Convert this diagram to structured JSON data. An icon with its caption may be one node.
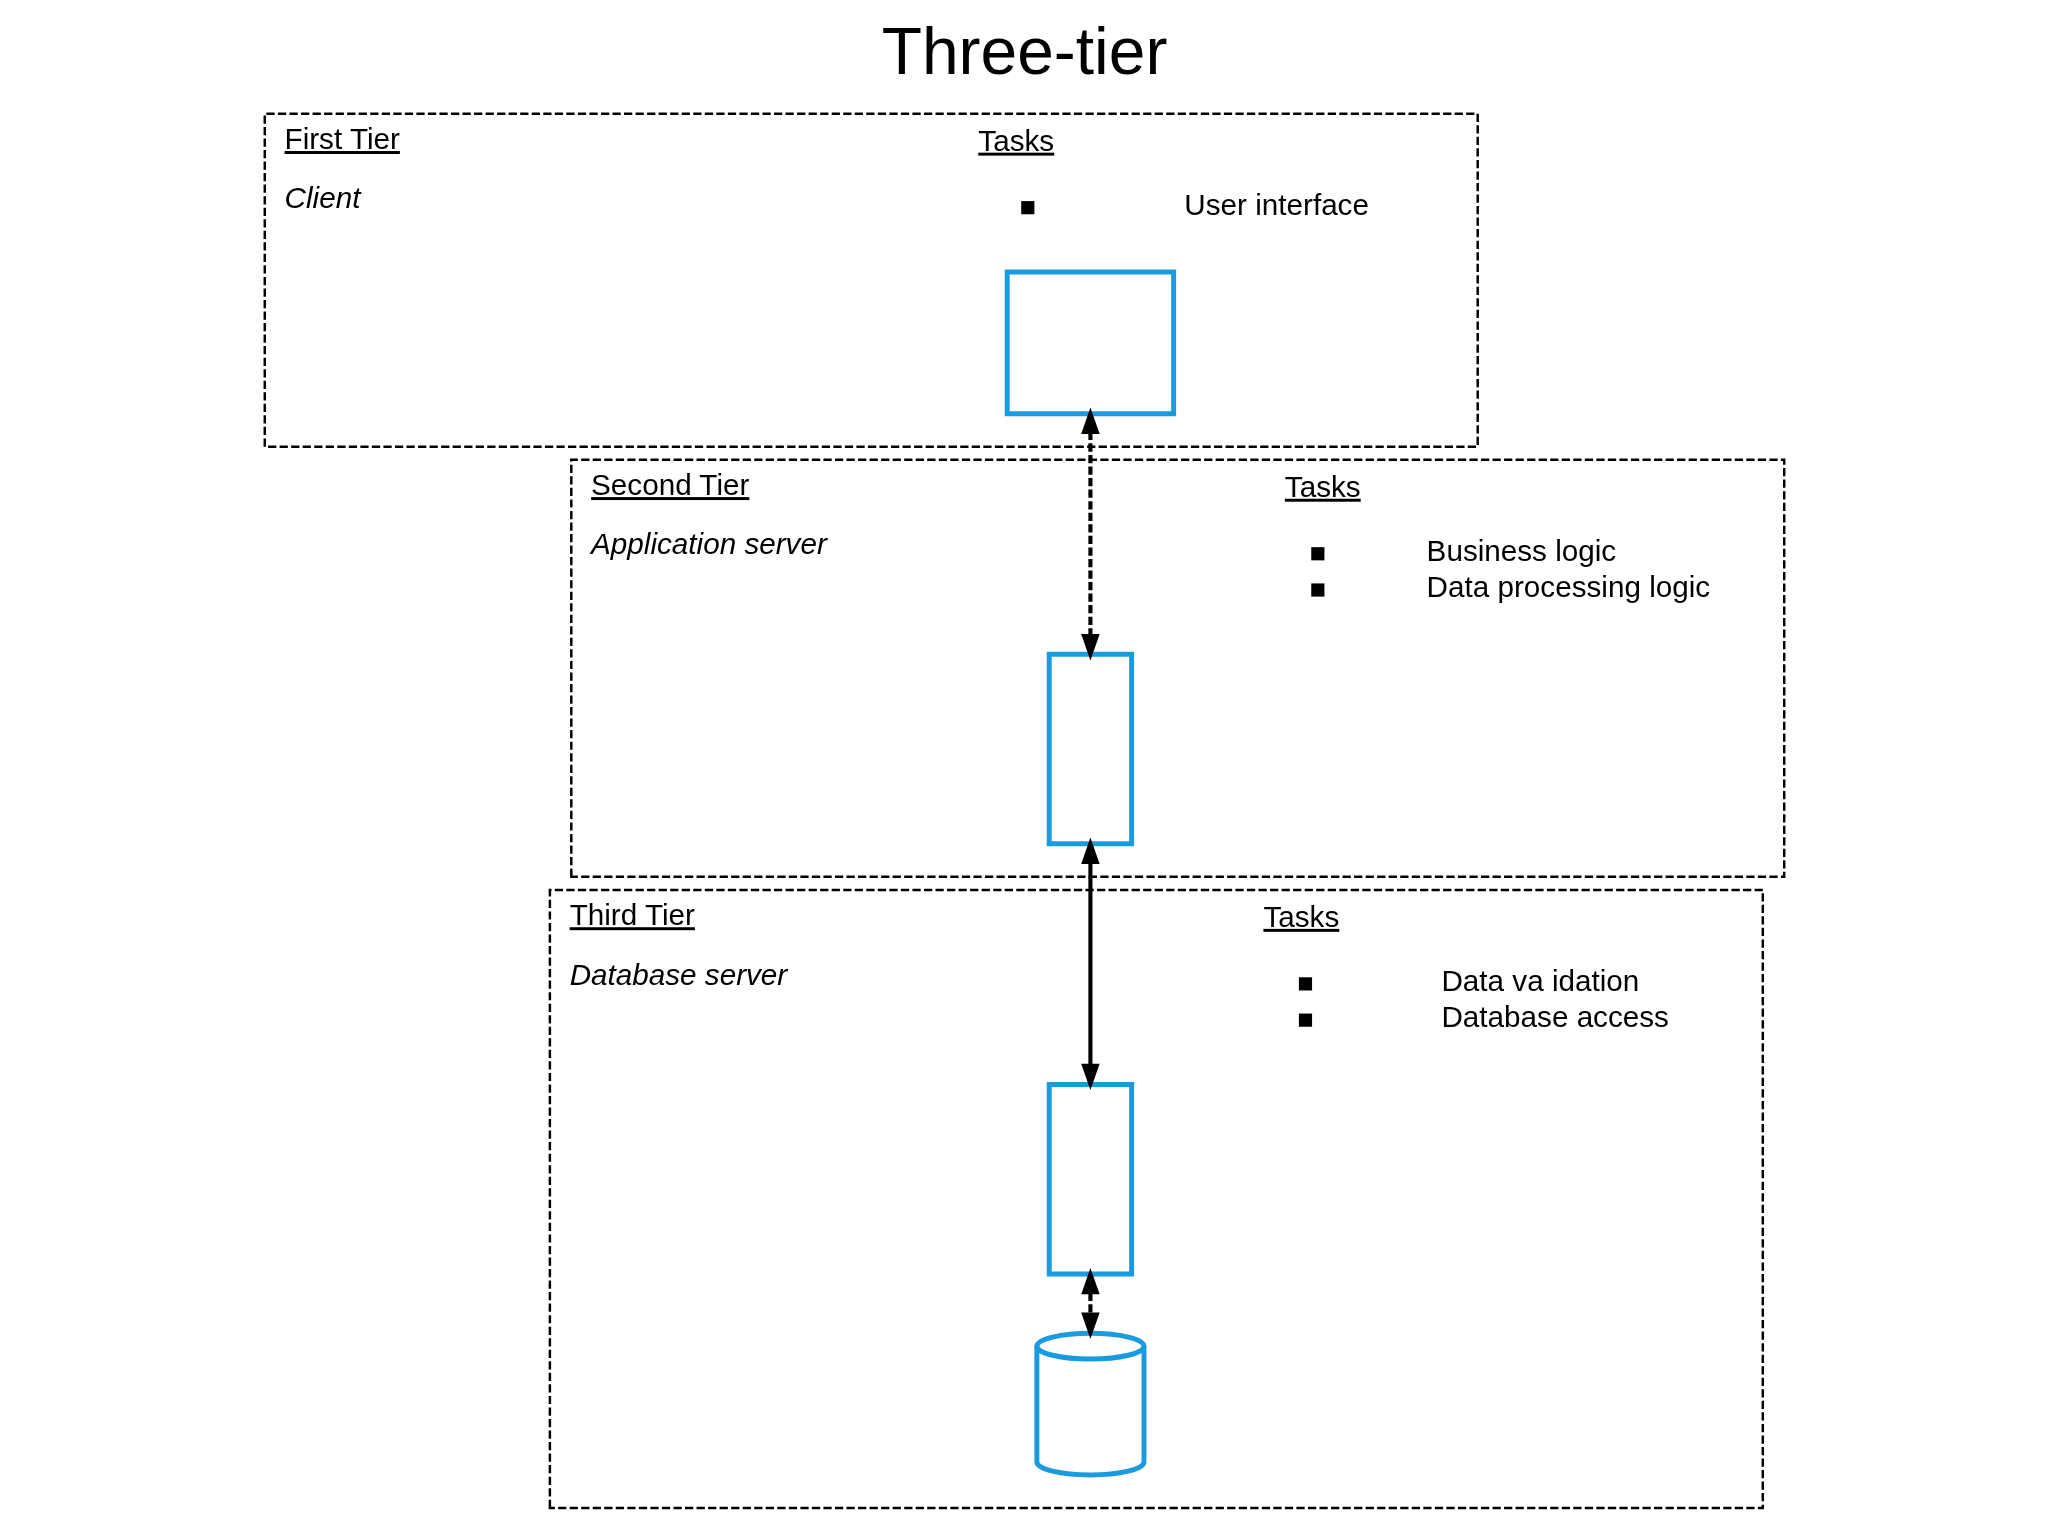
{
  "diagram": {
    "title": "Three-tier",
    "nodes": [
      {
        "text": [
          "First Tier",
          "Client",
          "Tasks",
          "User interface"
        ]
      },
      {
        "text": [],
        "shape": "box",
        "in": 0
      },
      {
        "text": [
          "Second Tier",
          "Application server",
          "Tasks",
          "Business logic",
          "Data processing logic"
        ]
      },
      {
        "text": [],
        "shape": "box",
        "in": 2
      },
      {
        "text": [
          "Third Tier",
          "Database server",
          "Tasks",
          "Data va idation",
          "Database access"
        ]
      },
      {
        "text": [],
        "shape": "box",
        "in": 4
      },
      {
        "text": [],
        "shape": "cylinder",
        "in": 4
      }
    ],
    "edges": [
      {
        "from": 1,
        "to": 3,
        "arrow": "both",
        "style": "dashed"
      },
      {
        "from": 3,
        "to": 5,
        "arrow": "both"
      },
      {
        "from": 5,
        "to": 6,
        "arrow": "both",
        "style": "dashed"
      }
    ]
  }
}
